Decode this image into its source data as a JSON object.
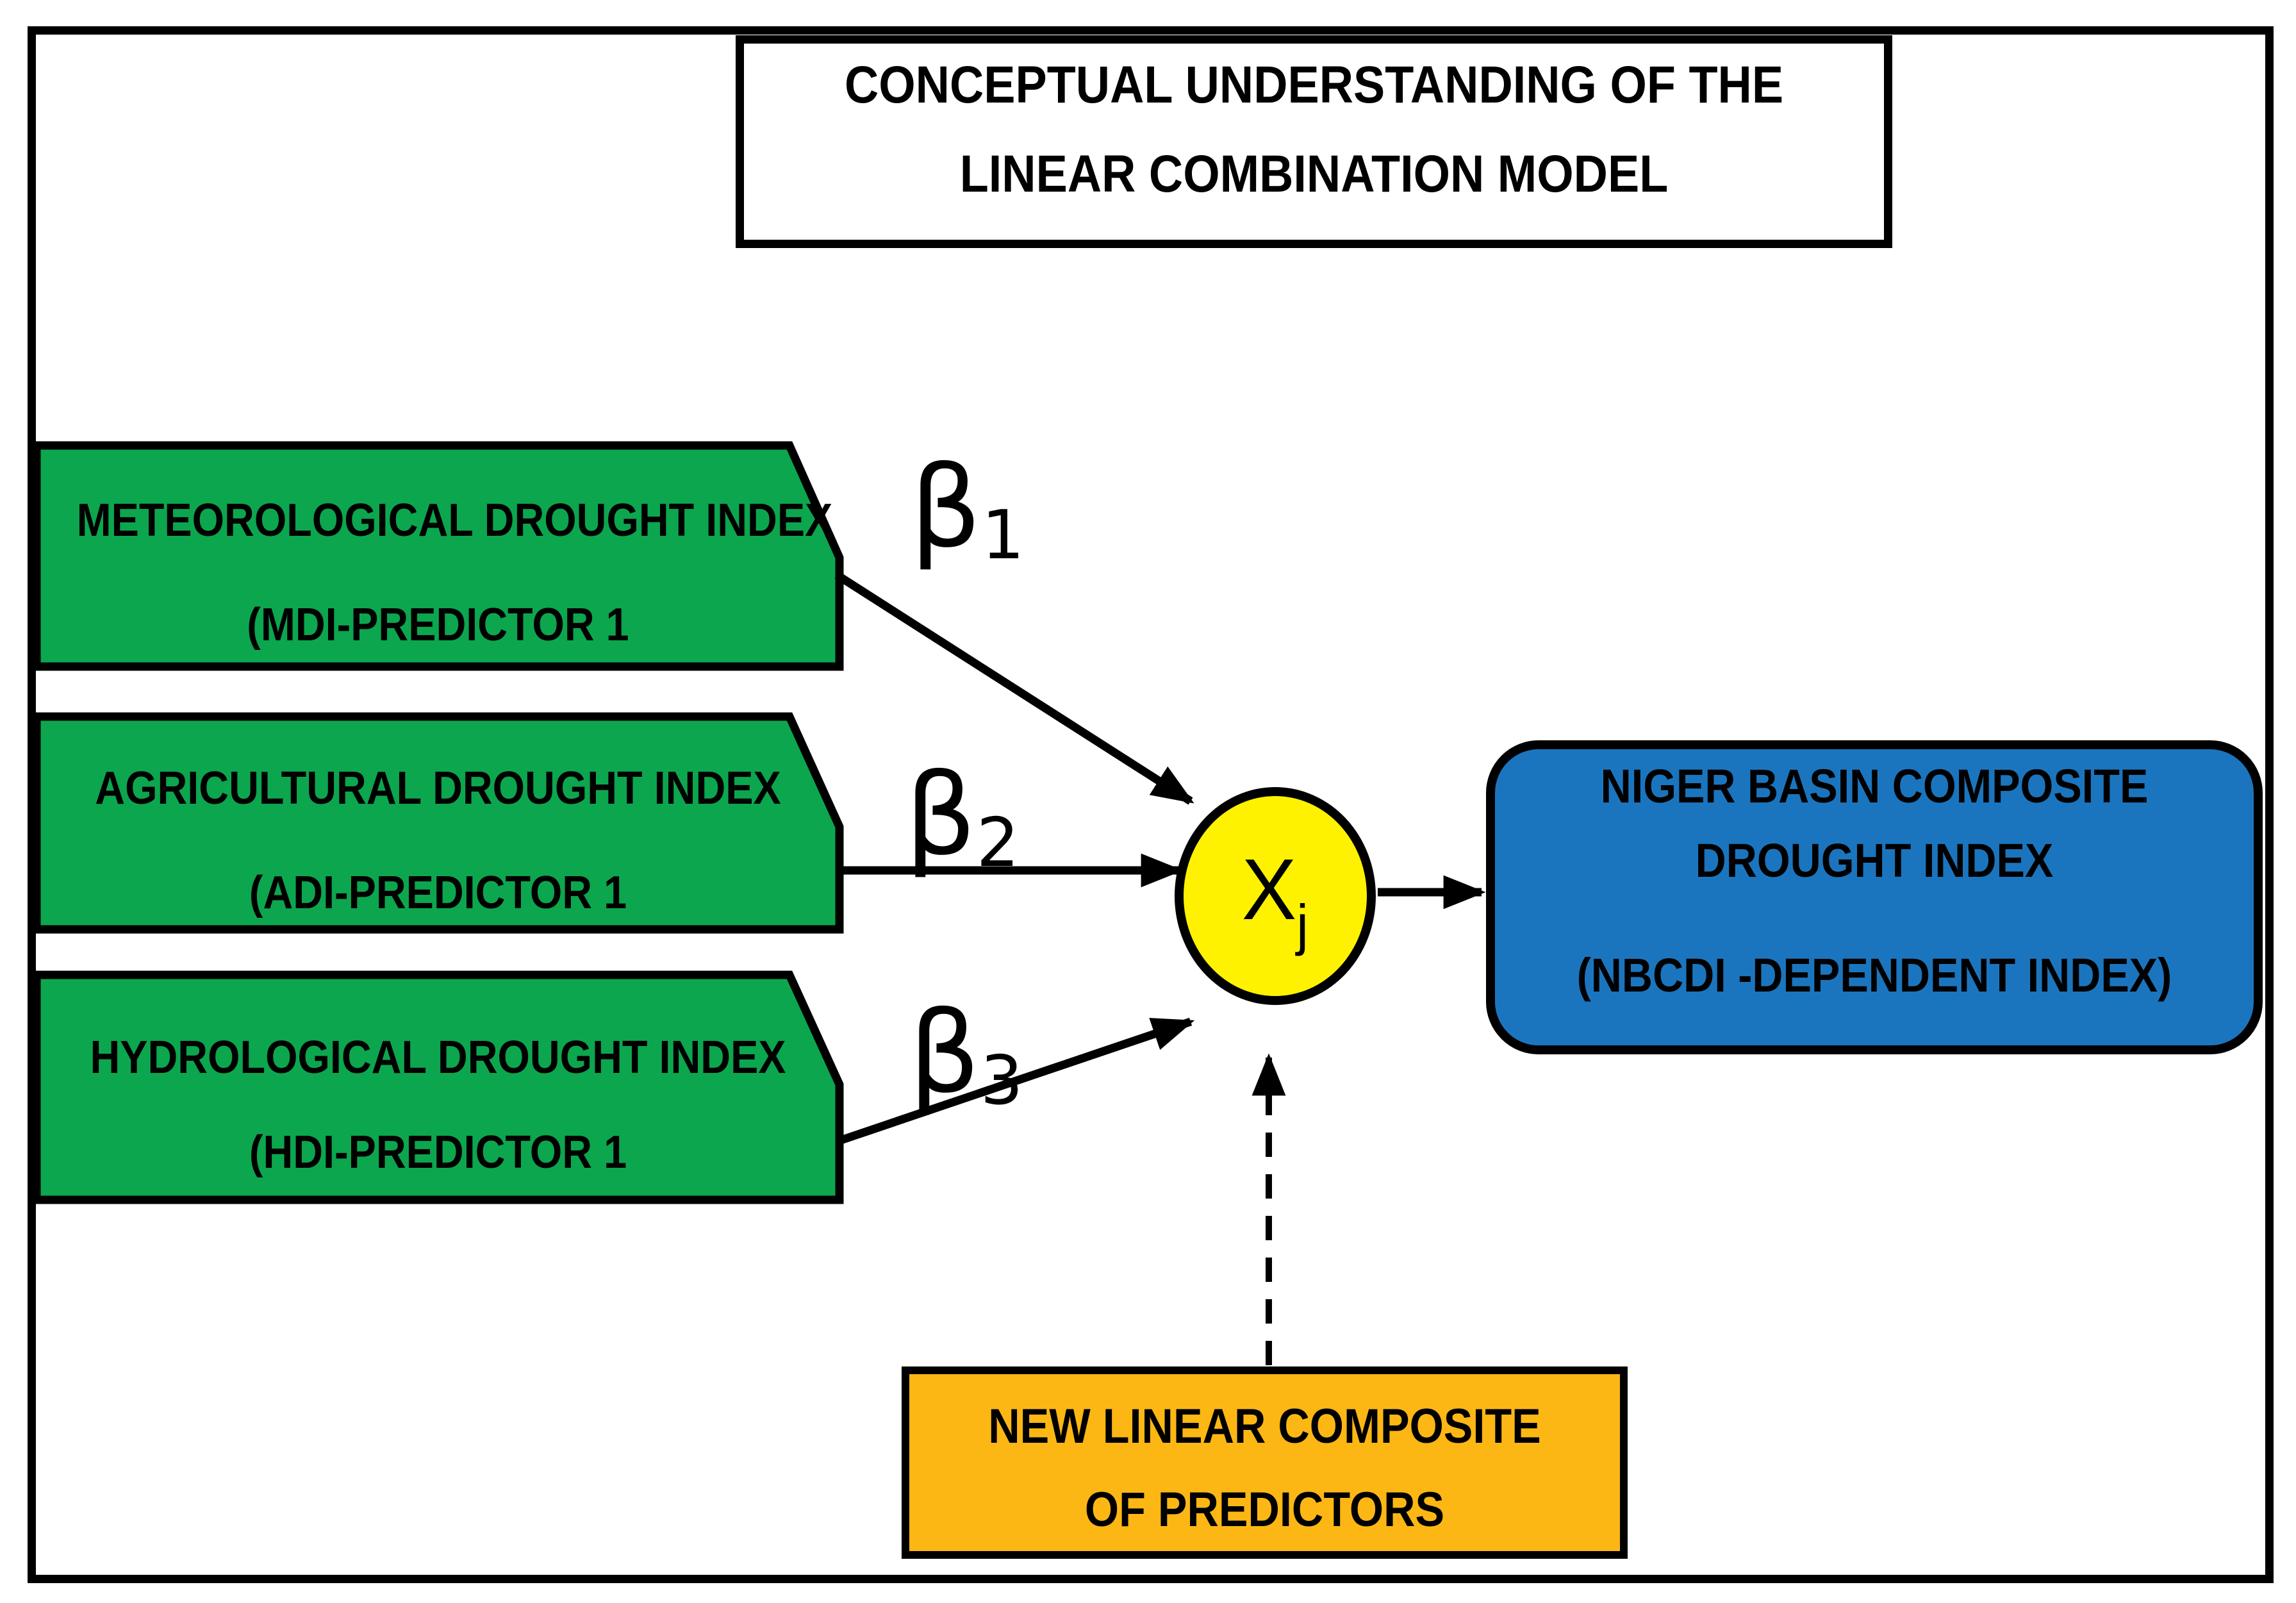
{
  "diagram": {
    "title_line1": "CONCEPTUAL UNDERSTANDING OF THE",
    "title_line2": "LINEAR COMBINATION MODEL",
    "predictors": [
      {
        "name_line": "METEOROLOGICAL DROUGHT INDEX",
        "code_line": "(MDI-PREDICTOR 1",
        "weight_symbol": "β",
        "weight_index": "1"
      },
      {
        "name_line": "AGRICULTURAL DROUGHT INDEX",
        "code_line": "(ADI-PREDICTOR 1",
        "weight_symbol": "β",
        "weight_index": "2"
      },
      {
        "name_line": "HYDROLOGICAL DROUGHT INDEX",
        "code_line": "(HDI-PREDICTOR 1",
        "weight_symbol": "β",
        "weight_index": "3"
      }
    ],
    "combiner": {
      "symbol": "X",
      "subscript": "j"
    },
    "output_line1": "NIGER BASIN COMPOSITE",
    "output_line2": "DROUGHT INDEX",
    "output_line3": "(NBCDI -DEPENDENT INDEX)",
    "composite_line1": "NEW LINEAR COMPOSITE",
    "composite_line2": "OF PREDICTORS",
    "colors": {
      "predictor_fill": "#0CA64F",
      "combiner_fill": "#FFF200",
      "output_fill": "#1B75BE",
      "composite_fill": "#FCB714",
      "line": "#000000"
    }
  }
}
